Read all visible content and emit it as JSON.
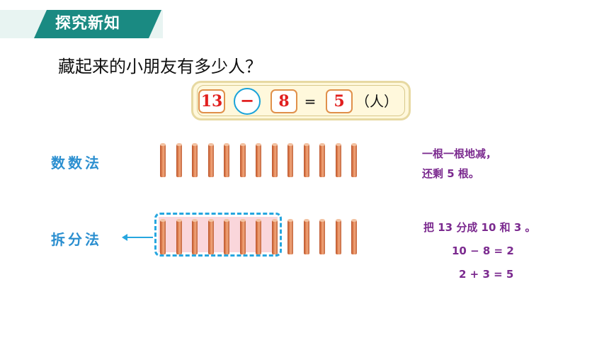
{
  "header": {
    "title": "探究新知"
  },
  "question": "藏起来的小朋友有多少人？",
  "equation": {
    "minuend": "13",
    "operator": "−",
    "subtrahend": "8",
    "equals": "=",
    "result": "5",
    "unit": "（人）"
  },
  "methods": {
    "counting": {
      "label": "数数法",
      "note_line1": "一根一根地减，",
      "note_line2": "还剩 5 根。",
      "stick_count": 13
    },
    "splitting": {
      "label": "拆分法",
      "note_line1": "把 13 分成 10 和 3 。",
      "note_line2": "10 − 8 = 2",
      "note_line3": "2 + 3 = 5",
      "stick_count": 13,
      "grouped_count": 8
    }
  },
  "colors": {
    "header_tab": "#1a8a82",
    "method_label": "#2b8fd0",
    "note_text": "#7b2a8f",
    "number_red": "#e11f1f",
    "dashed_group": "#27a6df"
  }
}
